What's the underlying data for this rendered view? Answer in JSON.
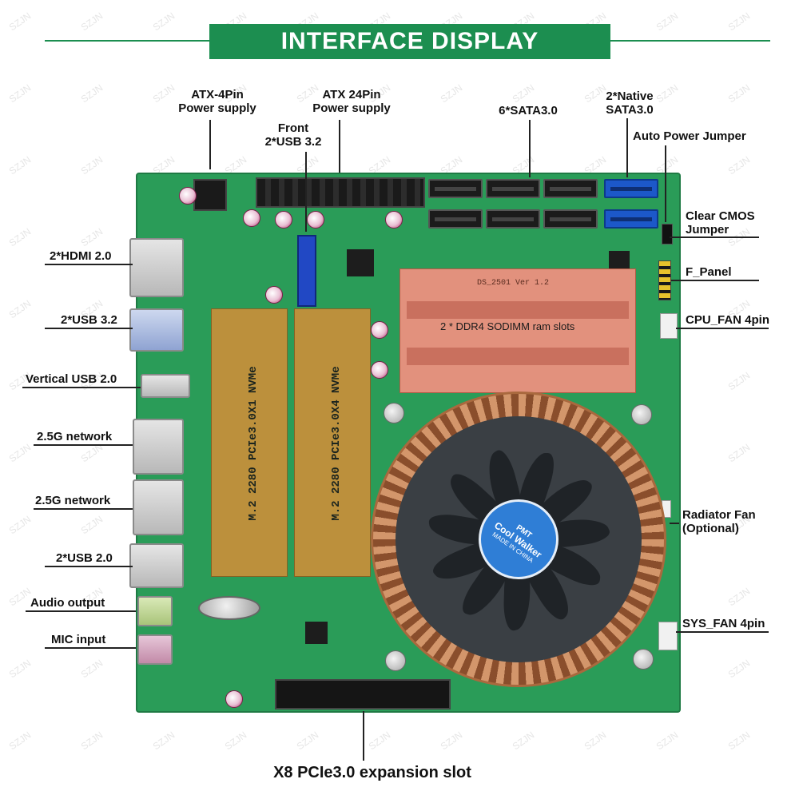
{
  "title": "INTERFACE DISPLAY",
  "labels": {
    "atx4": [
      "ATX-4Pin",
      "Power supply"
    ],
    "atx24": [
      "ATX 24Pin",
      "Power supply"
    ],
    "front_usb": [
      "Front",
      "2*USB 3.2"
    ],
    "sata6": "6*SATA3.0",
    "native_sata": [
      "2*Native",
      "SATA3.0"
    ],
    "auto_power": "Auto Power Jumper",
    "clear_cmos": [
      "Clear CMOS",
      "Jumper"
    ],
    "f_panel": "F_Panel",
    "cpu_fan": "CPU_FAN 4pin",
    "radiator_fan": [
      "Radiator Fan",
      "(Optional)"
    ],
    "sys_fan": "SYS_FAN 4pin",
    "hdmi": "2*HDMI 2.0",
    "usb32": "2*USB 3.2",
    "vertical_usb": "Vertical USB 2.0",
    "net1": "2.5G network",
    "net2": "2.5G network",
    "usb20": "2*USB 2.0",
    "audio": "Audio output",
    "mic": "MIC input",
    "pcie": "X8 PCIe3.0 expansion slot"
  },
  "board": {
    "ram_label": "2 * DDR4 SODIMM ram slots",
    "ram_silk": "DS_2501 Ver 1.2",
    "m2_slot1": "M.2 2280 PCIe3.0X1 NVMe",
    "m2_slot2": "M.2 2280 PCIe3.0X4 NVMe",
    "fan_brand": "PMT",
    "fan_model": "Cool Walker",
    "fan_origin": "MADE IN CHINA"
  },
  "watermark": "SZJN",
  "colors": {
    "banner": "#1c8e50",
    "pcb": "#2a9c58",
    "ram_overlay": "#e58a7a",
    "m2_overlay": "#d9902a",
    "sata_native": "#1c58c9"
  }
}
